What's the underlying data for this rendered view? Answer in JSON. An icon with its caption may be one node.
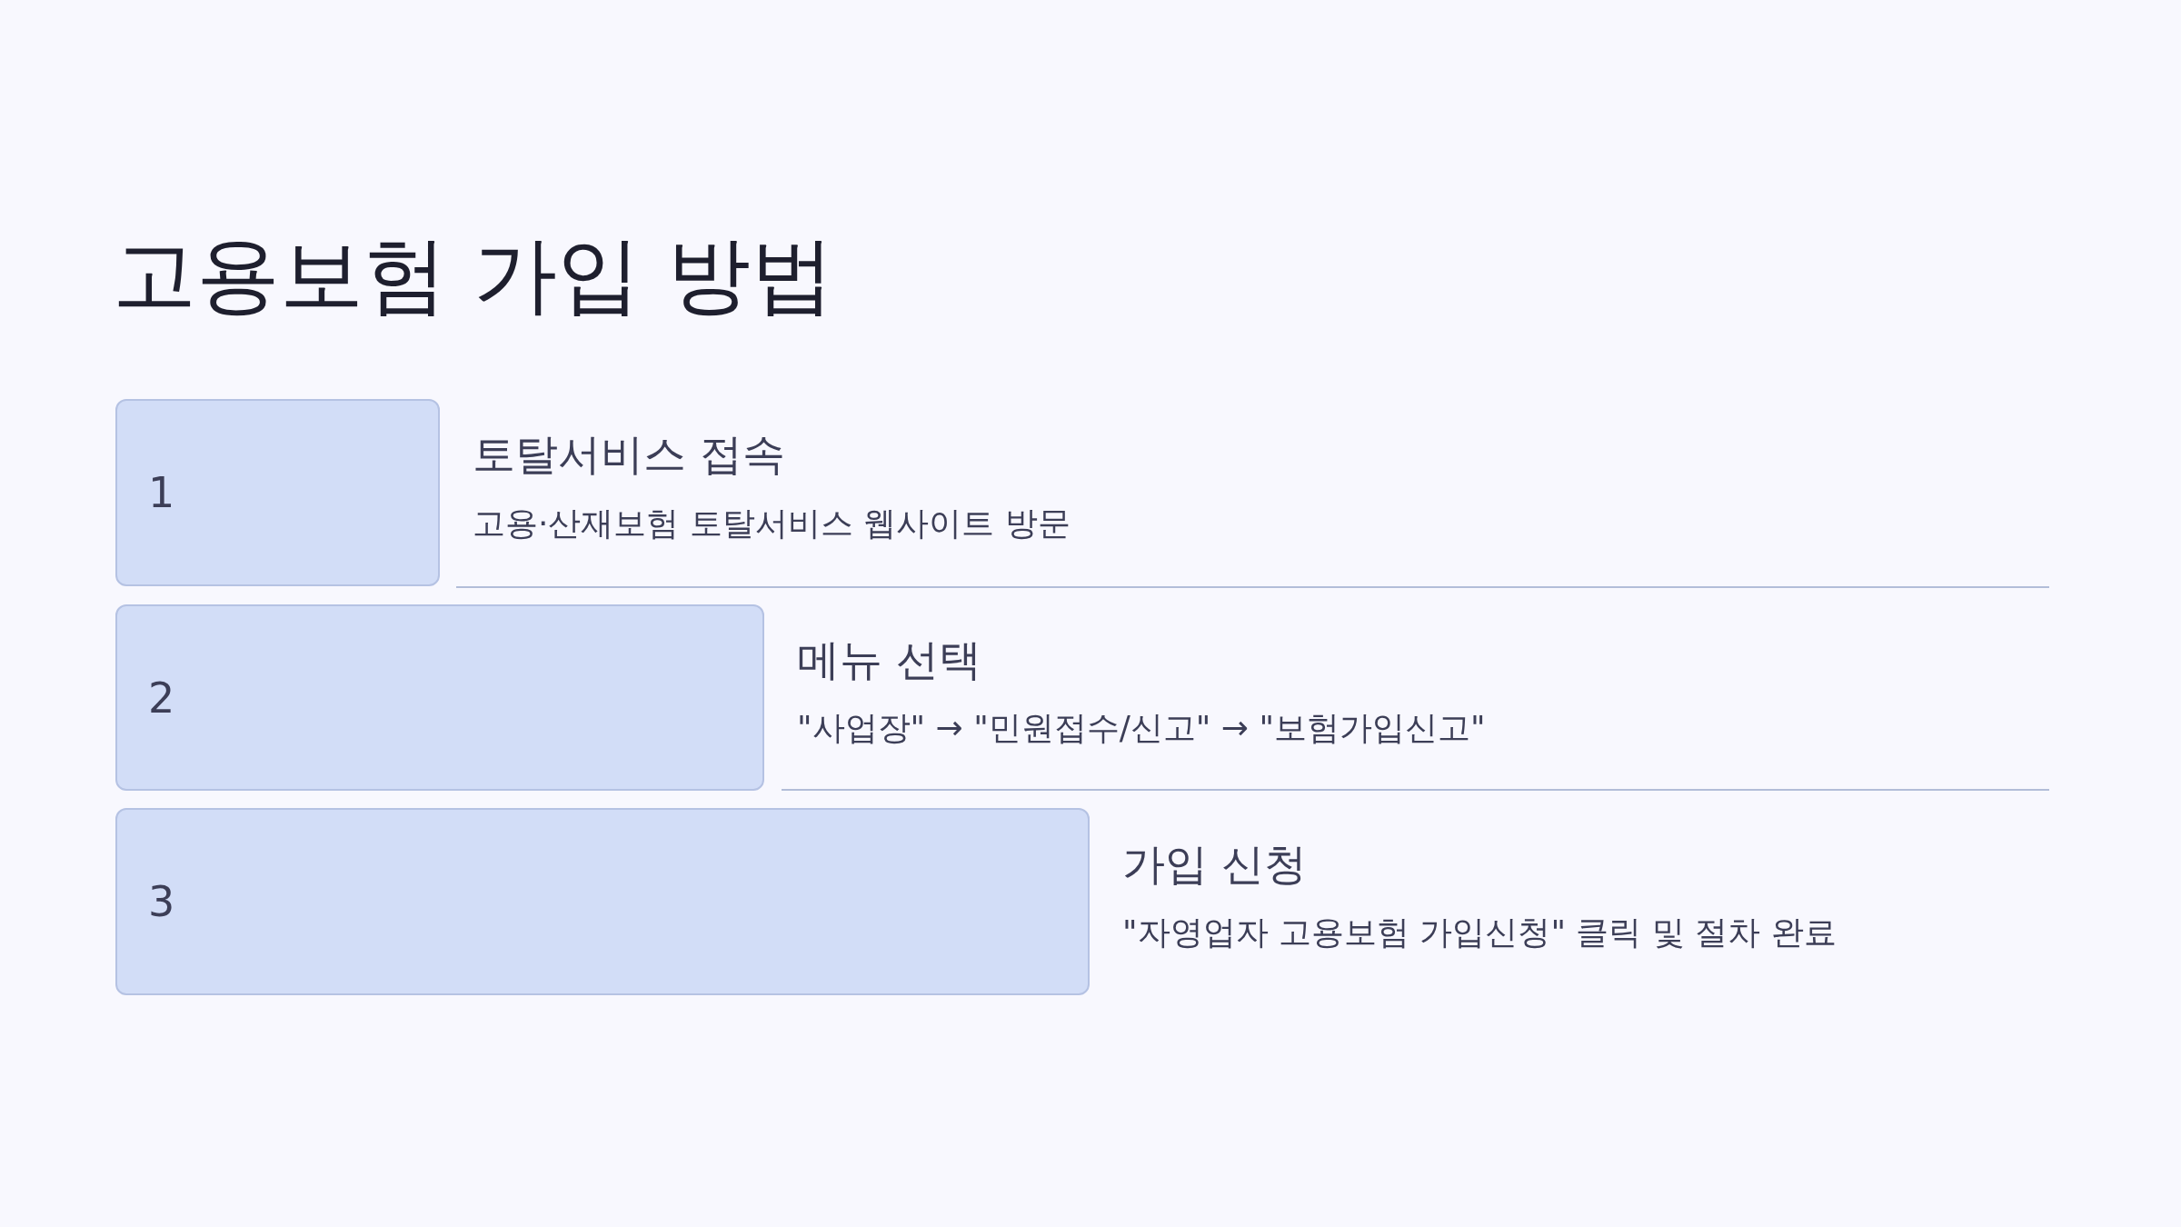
{
  "diagram": {
    "title": "고용보험 가입 방법",
    "nodes": [
      {
        "text": [
          "1"
        ],
        "beside": [
          "토탈서비스 접속",
          "고용·산재보험 토탈서비스 웹사이트 방문"
        ]
      },
      {
        "text": [
          "2"
        ],
        "beside": [
          "메뉴 선택",
          "\"사업장\" → \"민원접수/신고\" → \"보험가입신고\""
        ]
      },
      {
        "text": [
          "3"
        ],
        "beside": [
          "가입 신청",
          "\"자영업자 고용보험 가입신청\" 클릭 및 절차 완료"
        ]
      }
    ]
  }
}
